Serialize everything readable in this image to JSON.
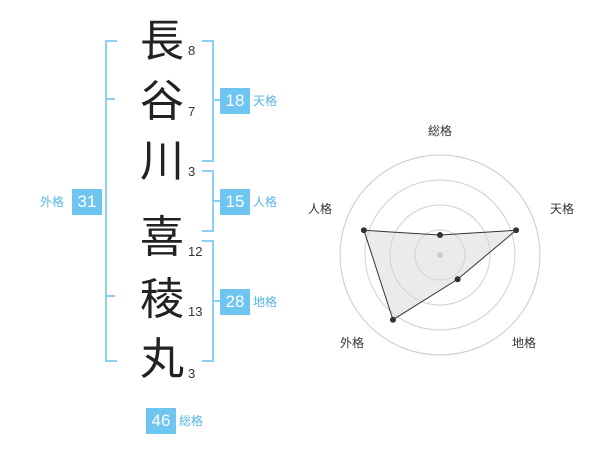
{
  "name": {
    "chars": [
      "長",
      "谷",
      "川",
      "喜",
      "稜",
      "丸"
    ],
    "strokes": [
      "8",
      "7",
      "3",
      "12",
      "13",
      "3"
    ]
  },
  "kaku": {
    "tenkaku": {
      "value": "18",
      "label": "天格"
    },
    "jinkaku": {
      "value": "15",
      "label": "人格"
    },
    "chikaku": {
      "value": "28",
      "label": "地格"
    },
    "gaikaku": {
      "value": "31",
      "label": "外格"
    },
    "soukaku": {
      "value": "46",
      "label": "総格"
    }
  },
  "chart_data": {
    "type": "radar",
    "axes": [
      "総格",
      "天格",
      "地格",
      "外格",
      "人格"
    ],
    "values": [
      1,
      4,
      1.5,
      4,
      4
    ],
    "max": 5,
    "rings": 4
  },
  "colors": {
    "accent": "#6ec6f0",
    "bracket": "#8ccff0",
    "fill": "#eeeeee",
    "line": "#333333"
  }
}
